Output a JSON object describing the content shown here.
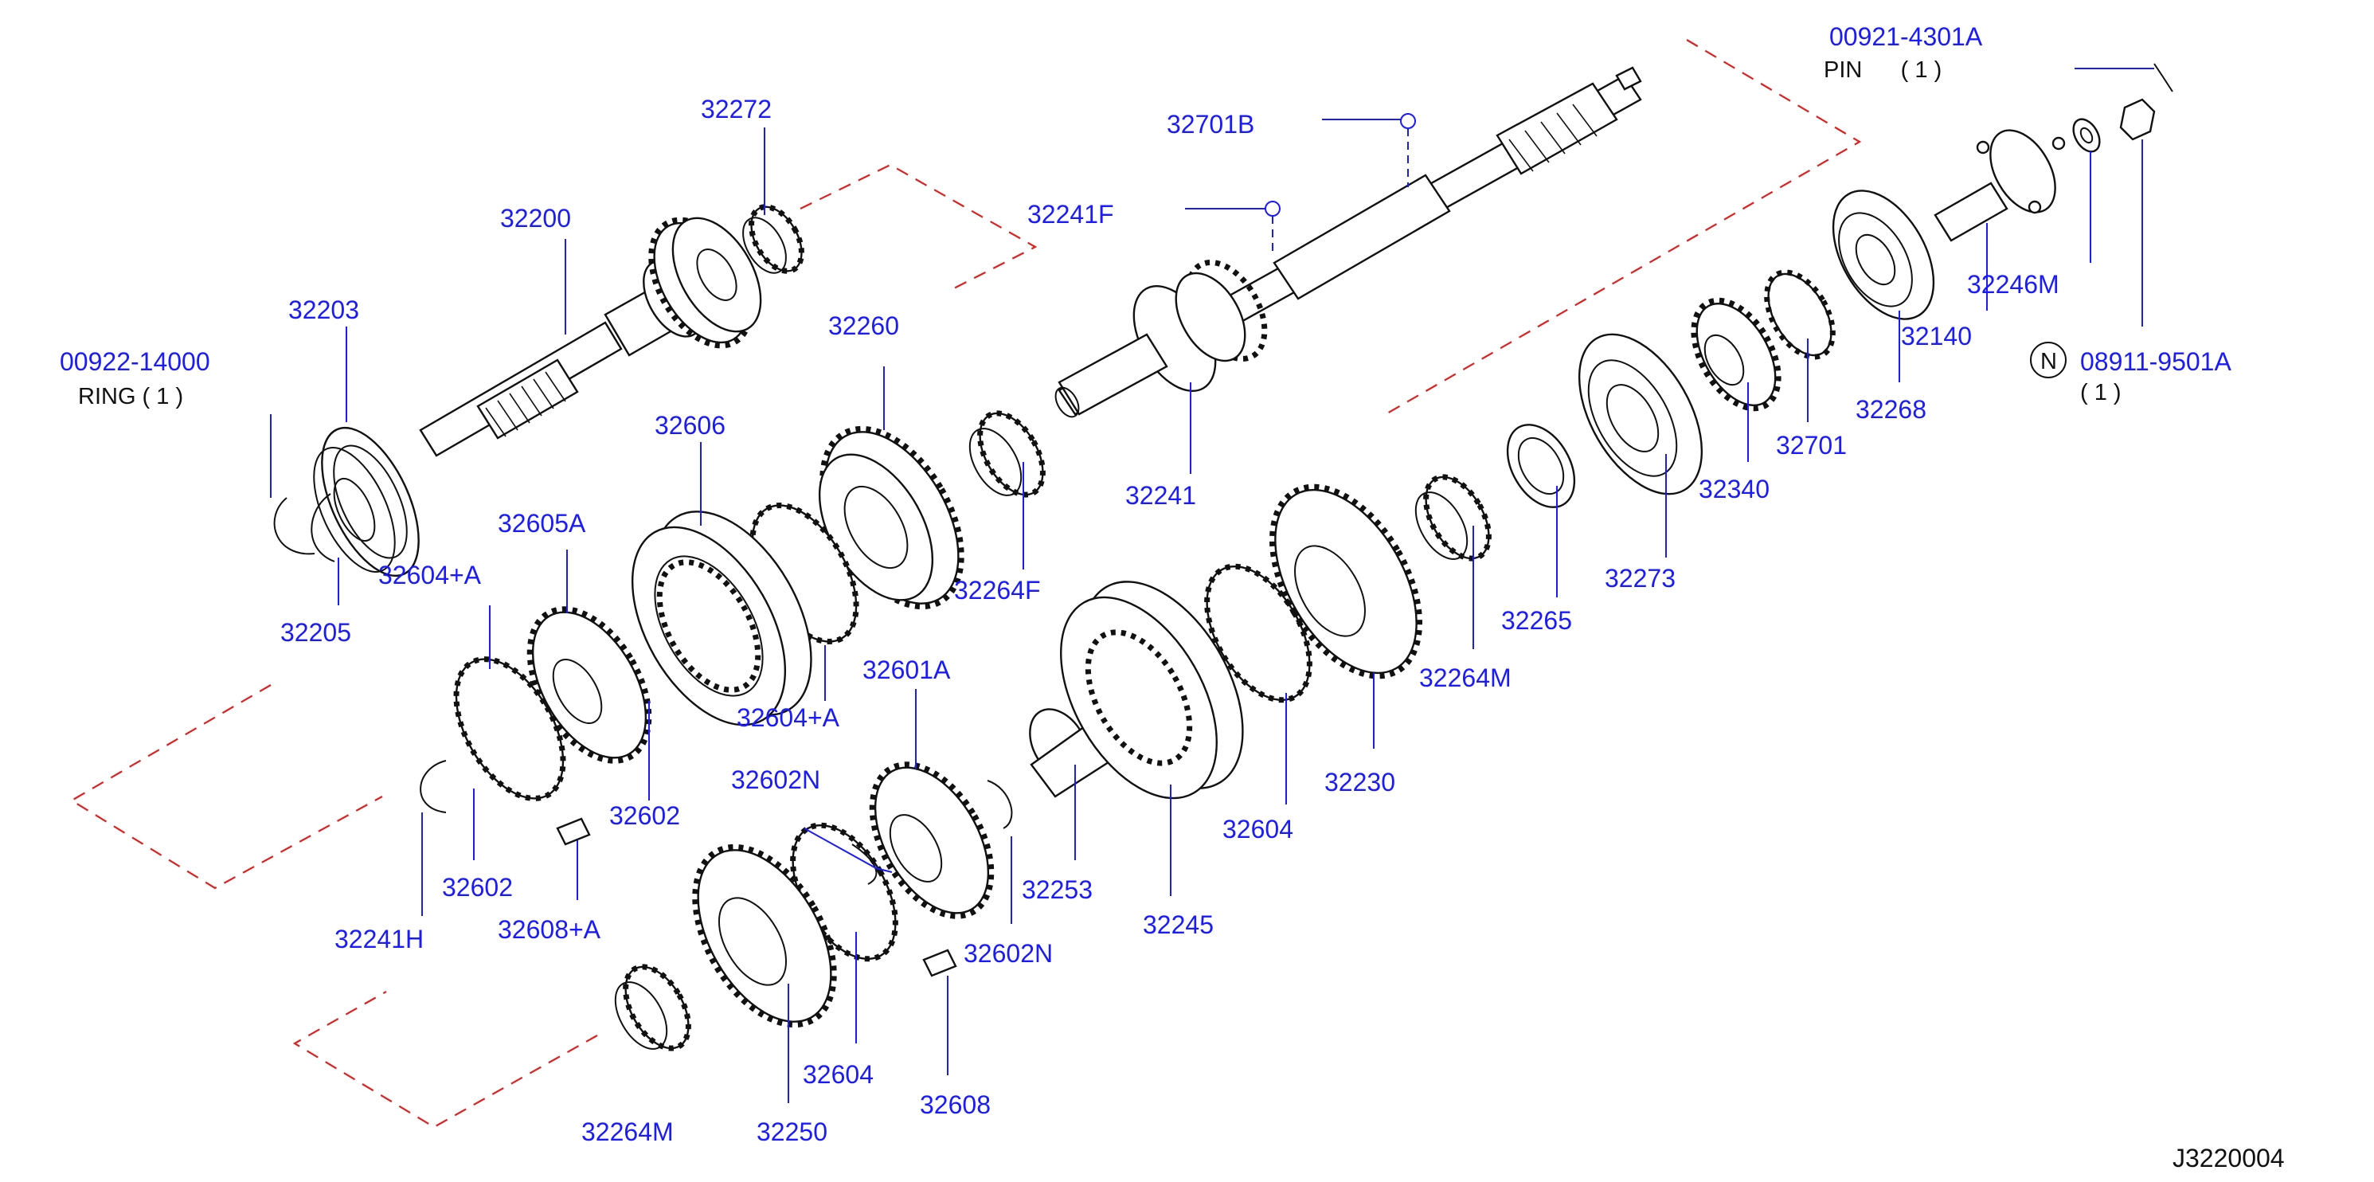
{
  "figure_id": "J3220004",
  "colors": {
    "label": "#1a1aff",
    "dashed_line": "#e02020",
    "drawing": "#111111"
  },
  "icons": {
    "new_part_marker": "circle-n-icon"
  },
  "labels": {
    "p32272": "32272",
    "p32200": "32200",
    "p32203": "32203",
    "p00922_14000": "00922-14000",
    "ring_note": "RING  ( 1 )",
    "p32205": "32205",
    "p32606": "32606",
    "p32260": "32260",
    "p32605A": "32605A",
    "p32604A_top": "32604+A",
    "p32604A_mid": "32604+A",
    "p32602_a": "32602",
    "p32602_b": "32602",
    "p32241H": "32241H",
    "p32608A": "32608+A",
    "p32601A": "32601A",
    "p32602N_a": "32602N",
    "p32602N_b": "32602N",
    "p32264F": "32264F",
    "p32253": "32253",
    "p32264M_bottom": "32264M",
    "p32250": "32250",
    "p32604_bottom": "32604",
    "p32608": "32608",
    "p32245": "32245",
    "p32604_mid": "32604",
    "p32230": "32230",
    "p32264M_mid": "32264M",
    "p32265": "32265",
    "p32273": "32273",
    "p32241": "32241",
    "p32241F": "32241F",
    "p32701B": "32701B",
    "p32340": "32340",
    "p32701": "32701",
    "p32268": "32268",
    "p32140": "32140",
    "p32246M": "32246M",
    "p00921_4301A": "00921-4301A",
    "pin_note": "PIN      ( 1 )",
    "p08911_9501A": "08911-9501A",
    "p08911_qty": "( 1 )",
    "n_marker": "N"
  }
}
